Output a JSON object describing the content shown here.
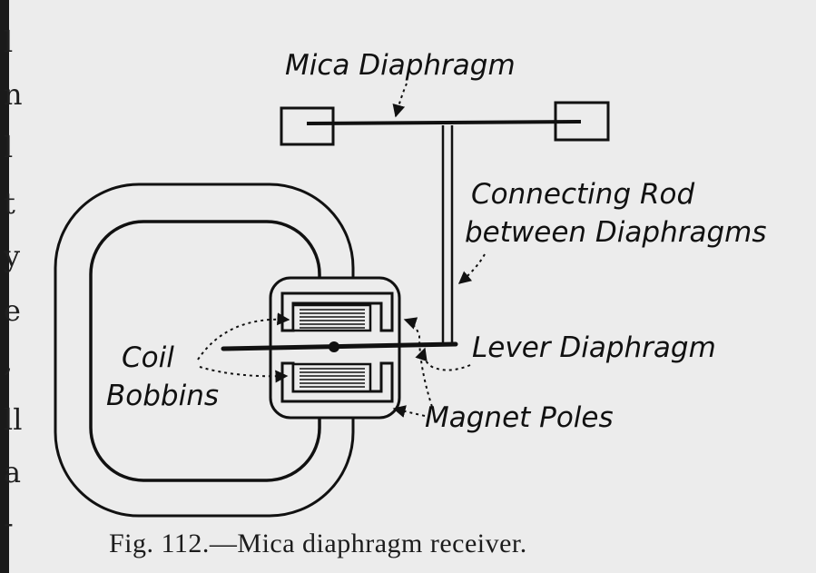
{
  "figure": {
    "labels": {
      "mica_diaphragm": "Mica Diaphragm",
      "connecting_rod_line1": "Connecting Rod",
      "connecting_rod_line2": "between Diaphragms",
      "lever_diaphragm": "Lever Diaphragm",
      "coil_line1": "Coil",
      "coil_line2": "Bobbins",
      "magnet_poles": "Magnet Poles"
    },
    "caption": "Fig. 112.—Mica diaphragm receiver."
  },
  "margin_text": [
    "l",
    "n",
    "l",
    "t",
    "y",
    "e",
    ",",
    "ll",
    "a",
    "-"
  ]
}
